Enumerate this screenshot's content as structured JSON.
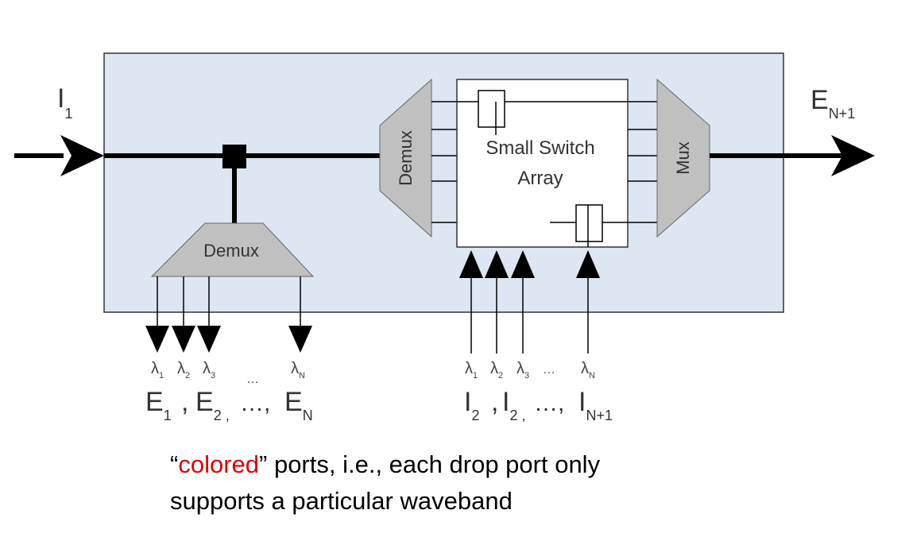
{
  "diagram": {
    "input_label": "I",
    "input_label_sub": "1",
    "output_label": "E",
    "output_label_sub": "N+1",
    "demux_top_label": "Demux",
    "demux_bottom_label": "Demux",
    "mux_label": "Mux",
    "switch_label_line1": "Small Switch",
    "switch_label_line2": "Array",
    "drop_lambdas": [
      "λ",
      "λ",
      "λ",
      "…",
      "λ"
    ],
    "drop_lambda_subs": [
      "1",
      "2",
      "3",
      "",
      "N"
    ],
    "add_lambdas": [
      "λ",
      "λ",
      "λ",
      "…",
      "λ"
    ],
    "add_lambda_subs": [
      "1",
      "2",
      "3",
      "",
      "N"
    ],
    "drop_ports": {
      "p1": "E",
      "p1_sub": "1",
      "sep1": ",",
      "p2": "E",
      "p2_sub": "2 ,",
      "dots": "…,",
      "p3": "E",
      "p3_sub": "N"
    },
    "add_ports": {
      "p1": "I",
      "p1_sub": "2",
      "sep1": ",",
      "p2": "I",
      "p2_sub": "2 ,",
      "dots": "…,",
      "p3": "I",
      "p3_sub": "N+1"
    },
    "colors": {
      "box_fill": "#dde6f1",
      "block_fill": "#c0c0c0",
      "line": "#000000",
      "caption_accent": "#e00000"
    }
  },
  "caption": {
    "quote_open": "“",
    "colored_word": "colored",
    "line1_rest": "” ports, i.e., each drop port only",
    "line2": "supports a particular waveband"
  }
}
